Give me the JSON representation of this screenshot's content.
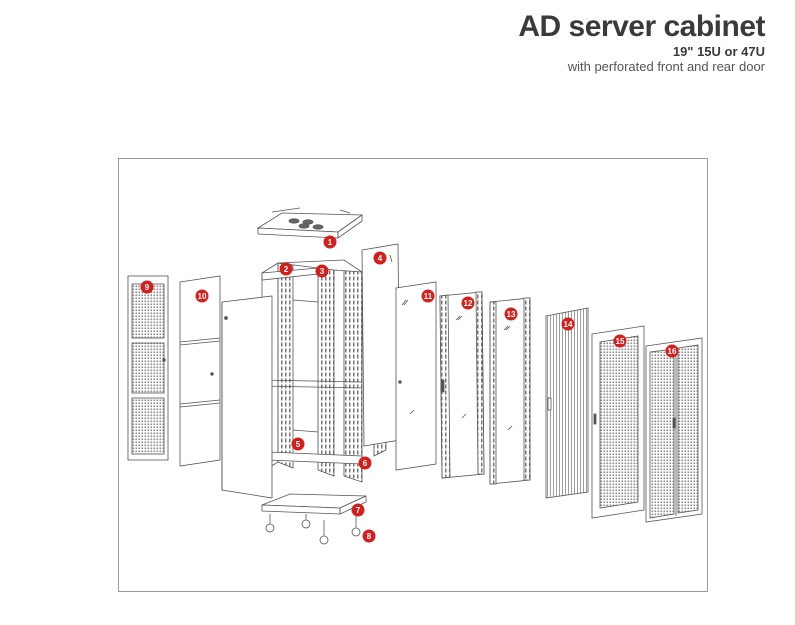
{
  "header": {
    "title": "AD server cabinet",
    "subtitle": "19\" 15U or 47U",
    "description": "with perforated front and rear door"
  },
  "colors": {
    "badge": "#d4201c",
    "line": "#555555"
  },
  "badges": [
    {
      "label": "1"
    },
    {
      "label": "2"
    },
    {
      "label": "3"
    },
    {
      "label": "4"
    },
    {
      "label": "5"
    },
    {
      "label": "6"
    },
    {
      "label": "7"
    },
    {
      "label": "8"
    },
    {
      "label": "9"
    },
    {
      "label": "10"
    },
    {
      "label": "11"
    },
    {
      "label": "12"
    },
    {
      "label": "13"
    },
    {
      "label": "14"
    },
    {
      "label": "15"
    },
    {
      "label": "16"
    }
  ]
}
